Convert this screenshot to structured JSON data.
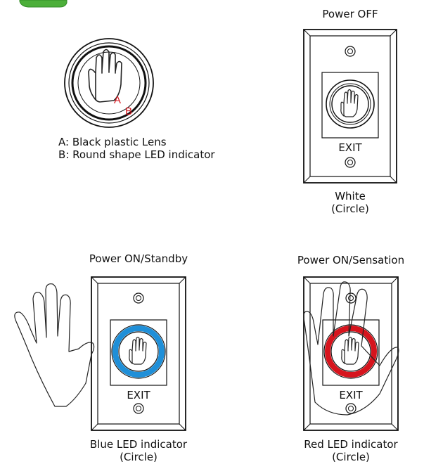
{
  "legend": {
    "label_a": "A",
    "label_b": "B",
    "line_a": "A: Black plastic Lens",
    "line_b": "B: Round shape LED indicator"
  },
  "panels": {
    "power_off": {
      "title": "Power OFF",
      "button_text": "EXIT",
      "caption_line1": "White",
      "caption_line2": "(Circle)",
      "ring_color": "#ffffff"
    },
    "standby": {
      "title": "Power ON/Standby",
      "button_text": "EXIT",
      "caption_line1": "Blue LED indicator",
      "caption_line2": "(Circle)",
      "ring_color": "#1f8fd8"
    },
    "sensation": {
      "title": "Power ON/Sensation",
      "button_text": "EXIT",
      "caption_line1": "Red LED indicator",
      "caption_line2": "(Circle)",
      "ring_color": "#d6141d"
    }
  },
  "colors": {
    "tab_accent": "#4caf3a",
    "annotation": "#d6141d"
  }
}
